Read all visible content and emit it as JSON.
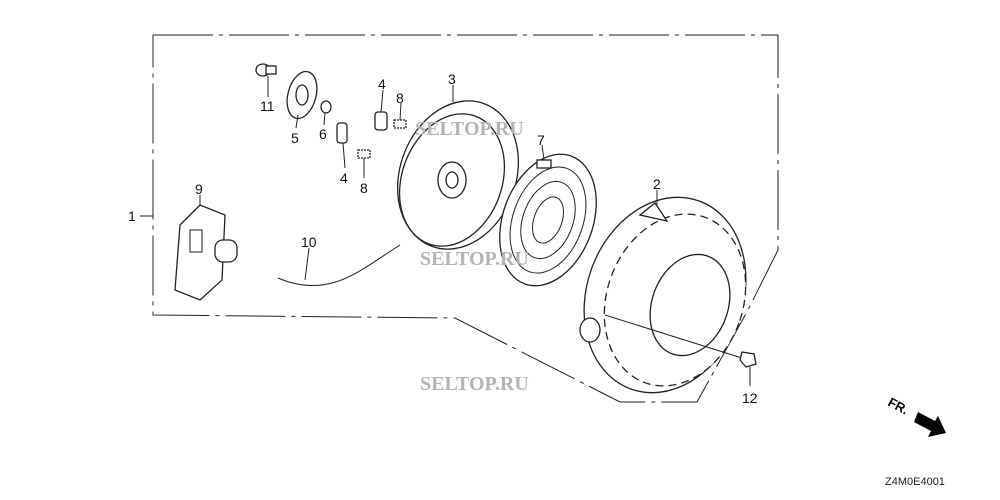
{
  "callouts": {
    "c1": "1",
    "c2": "2",
    "c3": "3",
    "c4a": "4",
    "c4b": "4",
    "c5": "5",
    "c6": "6",
    "c7": "7",
    "c8a": "8",
    "c8b": "8",
    "c9": "9",
    "c10": "10",
    "c11": "11",
    "c12": "12"
  },
  "direction_label": "FR.",
  "diagram_code": "Z4M0E4001",
  "watermarks": [
    "SELTOP.RU",
    "SELTOP.RU",
    "SELTOP.RU"
  ]
}
